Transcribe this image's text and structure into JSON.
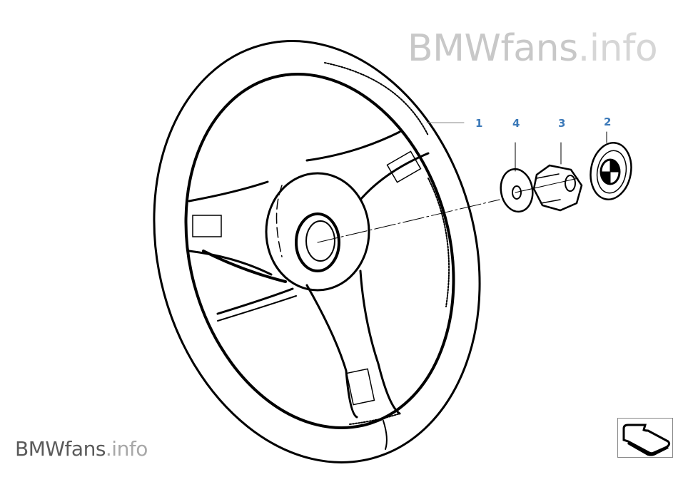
{
  "diagram": {
    "subject": "Steering wheel with center cap, nut and washer (exploded parts view)",
    "callouts": [
      {
        "id": "1",
        "label": "1",
        "part": "steering-wheel"
      },
      {
        "id": "4",
        "label": "4",
        "part": "washer"
      },
      {
        "id": "3",
        "label": "3",
        "part": "hex-nut"
      },
      {
        "id": "2",
        "label": "2",
        "part": "center-cap-emblem"
      }
    ],
    "callout_color": "#3a78b8"
  },
  "watermarks": {
    "top": {
      "brand": "BMWfans",
      "suffix": ".info"
    },
    "bottom": {
      "brand": "BMWfans",
      "suffix": ".info"
    }
  },
  "navigation": {
    "icon": "return-arrow-icon"
  }
}
